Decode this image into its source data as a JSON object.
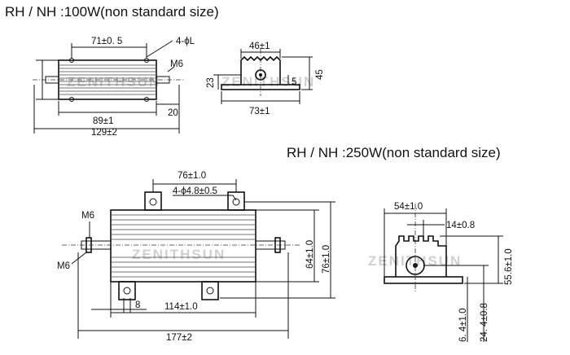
{
  "titles": {
    "rh100": "RH / NH :100W(non standard size)",
    "rh250": "RH / NH :250W(non standard size)"
  },
  "watermark": "ZENITHSUN",
  "rh100": {
    "side": {
      "hole_spacing": "71±0. 5",
      "holes": "4-ϕL",
      "thread": "M6",
      "body_length": "89±1",
      "offset": "20",
      "total_length": "129±2"
    },
    "end": {
      "width": "46±1",
      "h23": "23",
      "h5": "5",
      "h45": "45",
      "base": "73±1"
    }
  },
  "rh250": {
    "side": {
      "hole_spacing": "76±1.0",
      "holes": "4-ϕ4.8±0.5",
      "thread_top": "M6",
      "thread_bottom": "M6",
      "h64": "64±1.0",
      "h76": "76±1.0",
      "w8": "8",
      "body_length": "114±1.0",
      "total_length": "177±2"
    },
    "end": {
      "width": "54±1.0",
      "w14": "14±0.8",
      "h55": "55.6±1.0",
      "h6": "6. 4±1.0",
      "h24": "24. 4±0.8"
    }
  }
}
